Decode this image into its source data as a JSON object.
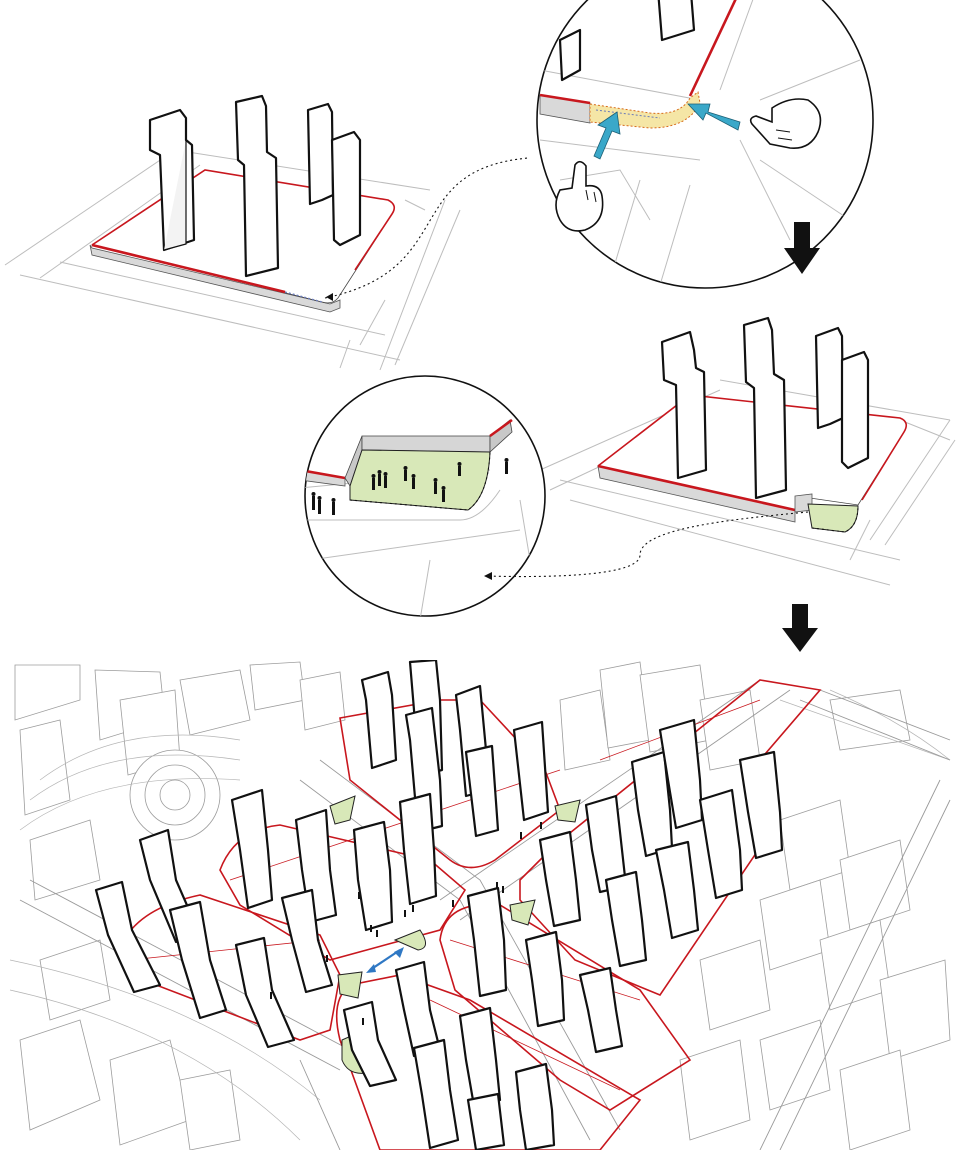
{
  "diagram": {
    "stages": [
      {
        "id": "stage-1",
        "step": "original-podium"
      },
      {
        "id": "stage-2",
        "step": "cut-corner"
      },
      {
        "id": "stage-3",
        "step": "masterplan"
      }
    ],
    "arrows": [
      {
        "id": "down-arrow-1",
        "icon": "down-arrow-icon"
      },
      {
        "id": "down-arrow-2",
        "icon": "down-arrow-icon"
      }
    ],
    "callouts": [
      {
        "id": "zoom-circle-corner",
        "icon": "pointing-hand-icon"
      },
      {
        "id": "zoom-circle-plaza",
        "icon": "people-icon"
      }
    ],
    "colors": {
      "boundary": "#c8171e",
      "plaza": "#d8e8b8",
      "pointer": "#3aa8c9",
      "highlight": "#f5e6a6",
      "connector": "#2f78c4"
    }
  }
}
